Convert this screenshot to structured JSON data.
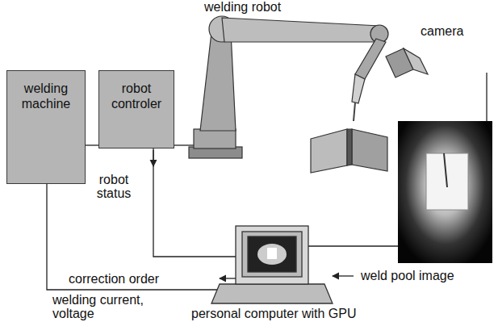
{
  "diagram": {
    "nodes": [
      {
        "text": [
          "welding machine"
        ]
      },
      {
        "text": [
          "robot controler"
        ]
      }
    ],
    "edges": [
      {
        "from": 0,
        "to": 1,
        "arrow": "none"
      }
    ],
    "labels": [
      "welding robot",
      "camera",
      "robot status",
      "correction order",
      "welding current, voltage",
      "weld pool image",
      "personal computer with GPU"
    ]
  }
}
